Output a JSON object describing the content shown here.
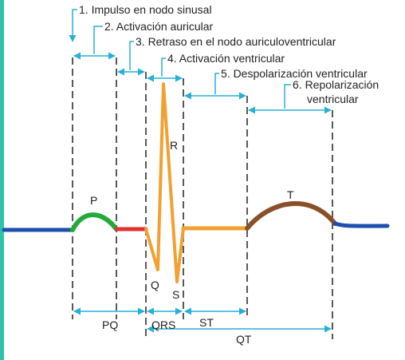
{
  "colors": {
    "border_left": "#2ec3a8",
    "guide": "#27b0d8",
    "dashed": "#222222",
    "baseline": "#1c4fae",
    "p_wave": "#22aa3a",
    "pq_segment": "#e03232",
    "qrs": "#f2a030",
    "st_segment": "#f2a030",
    "t_wave": "#8a5028"
  },
  "steps": [
    {
      "label": "1. Impulso en nodo sinusal"
    },
    {
      "label": "2. Activación auricular"
    },
    {
      "label": "3. Retraso en el nodo auriculoventricular"
    },
    {
      "label": "4. Activación ventricular"
    },
    {
      "label": "5. Despolarización ventricular"
    },
    {
      "label": "6. Repolarización",
      "label2": "ventricular"
    }
  ],
  "waves": {
    "p": "P",
    "q": "Q",
    "r": "R",
    "s": "S",
    "t": "T"
  },
  "segments": {
    "pq": "PQ",
    "qrs": "QRS",
    "st": "ST",
    "qt": "QT"
  }
}
